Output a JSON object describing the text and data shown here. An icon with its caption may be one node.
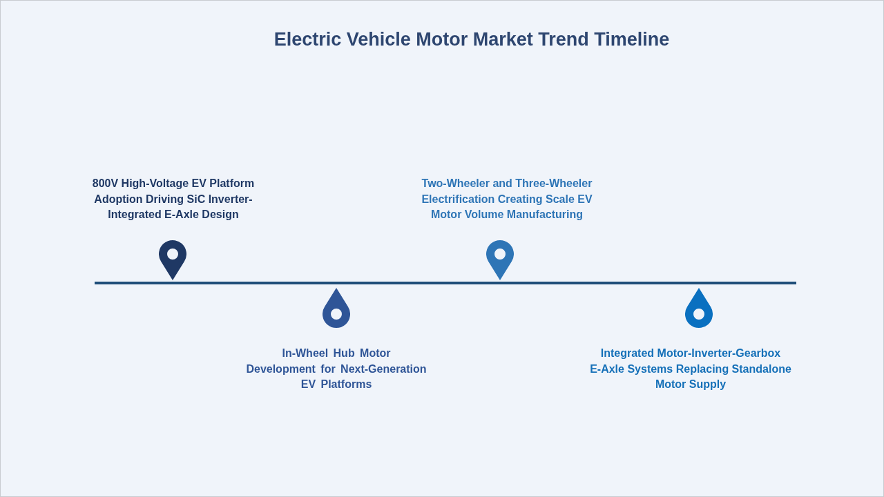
{
  "diagram": {
    "title": "Electric Vehicle Motor Market Trend Timeline",
    "labels": [
      "800V High-Voltage EV Platform Adoption Driving SiC Inverter-Integrated E-Axle Design",
      "In-Wheel Hub Motor Development for Next-Generation EV Platforms",
      "Two-Wheeler and Three-Wheeler Electrification Creating Scale EV Motor Volume Manufacturing",
      "Integrated Motor-Inverter-Gearbox E-Axle Systems Replacing Standalone Motor Supply"
    ]
  }
}
